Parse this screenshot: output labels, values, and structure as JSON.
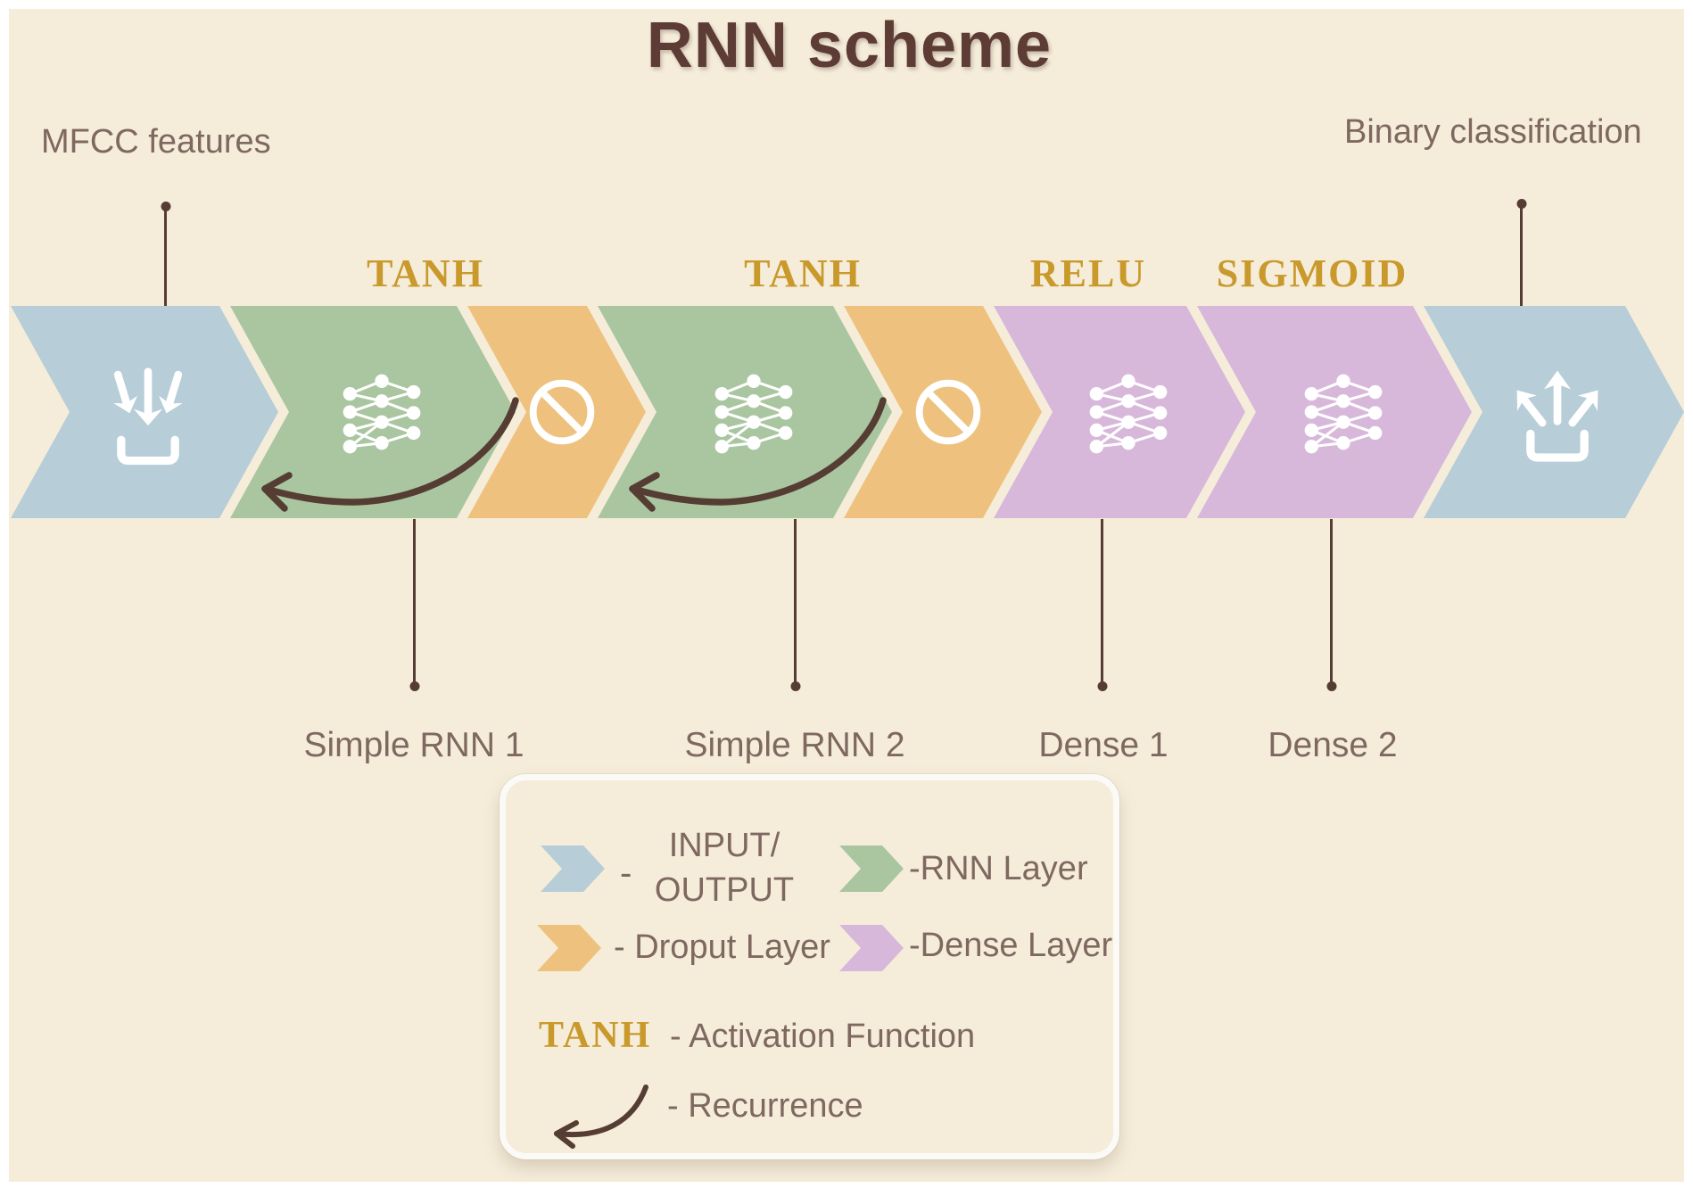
{
  "title": "RNN scheme",
  "annotations": {
    "input": "MFCC features",
    "output": "Binary classification"
  },
  "activations": {
    "rnn1": "TANH",
    "rnn2": "TANH",
    "dense1": "RELU",
    "dense2": "SIGMOID"
  },
  "layer_labels": {
    "rnn1": "Simple RNN 1",
    "rnn2": "Simple RNN 2",
    "dense1": "Dense 1",
    "dense2": "Dense 2"
  },
  "legend": {
    "input_output": {
      "dash": "-",
      "line1": "INPUT/",
      "line2": "OUTPUT"
    },
    "rnn": "-RNN Layer",
    "dropout": "- Droput Layer",
    "dense": "-Dense Layer",
    "activation_symbol": "TANH",
    "activation": "- Activation Function",
    "recurrence": "- Recurrence"
  },
  "colors": {
    "background": "#f5edda",
    "io_chevron": "#b7cdd7",
    "rnn_chevron": "#a9c6a0",
    "dropout_chevron": "#eec27e",
    "dense_chevron": "#d7b8da",
    "activation_gold": "#c9992b",
    "title_brown": "#5d3c36",
    "label_brown": "#7e6860",
    "connector_brown": "#553d33"
  }
}
